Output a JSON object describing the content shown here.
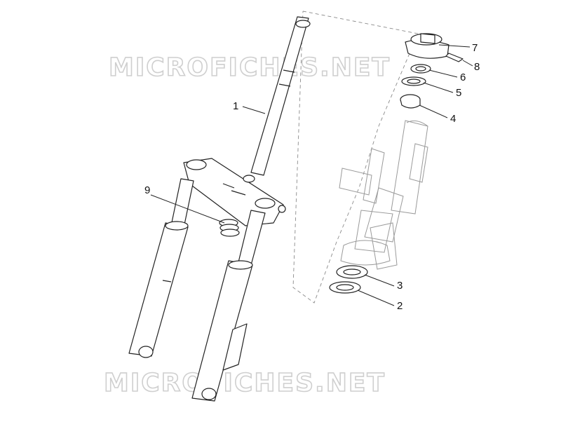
{
  "watermark": {
    "text": "MICROFICHES.NET"
  },
  "callouts": [
    {
      "label": "1",
      "part": "steering-tube"
    },
    {
      "label": "2",
      "part": "lower-bearing-race"
    },
    {
      "label": "3",
      "part": "lower-bearing"
    },
    {
      "label": "4",
      "part": "upper-bearing"
    },
    {
      "label": "5",
      "part": "upper-race"
    },
    {
      "label": "6",
      "part": "washer"
    },
    {
      "label": "7",
      "part": "ring-nut"
    },
    {
      "label": "8",
      "part": "lock-pin"
    },
    {
      "label": "9",
      "part": "fork-boot"
    }
  ]
}
